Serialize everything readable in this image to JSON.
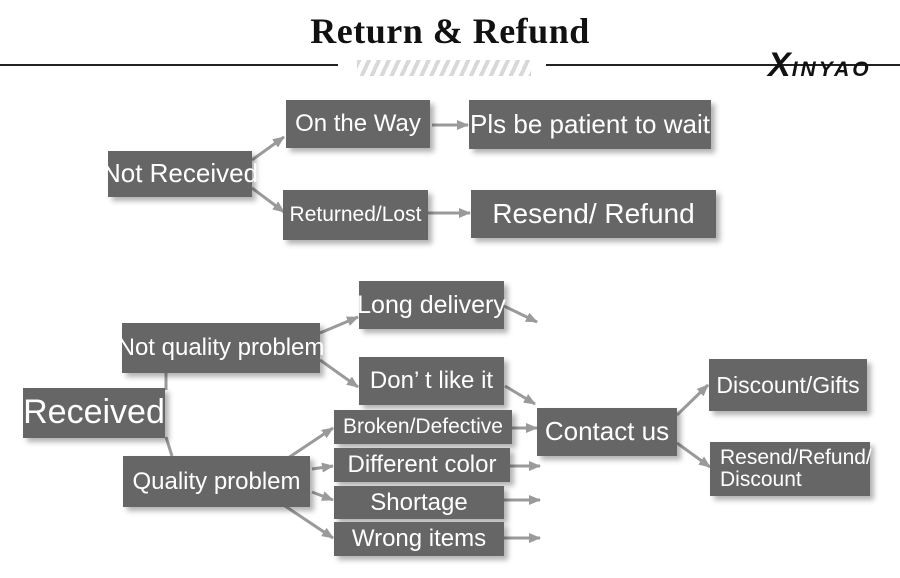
{
  "title": "Return & Refund",
  "brand": {
    "initial": "X",
    "rest": "INYAO"
  },
  "colors": {
    "box_fill": "#666666",
    "box_text": "#ffffff",
    "arrow": "#9a9a9a",
    "title": "#111111"
  },
  "nodes": {
    "not_received": "Not Received",
    "on_the_way": "On the Way",
    "pls_wait": "Pls be patient to wait",
    "returned_lost": "Returned/Lost",
    "resend_refund": "Resend/ Refund",
    "received": "Received",
    "not_quality_problem": "Not quality problem",
    "long_delivery": "Long delivery",
    "dont_like_it": "Don’ t like it",
    "quality_problem": "Quality problem",
    "broken_defective": "Broken/Defective",
    "different_color": "Different color",
    "shortage": "Shortage",
    "wrong_items": "Wrong items",
    "contact_us": "Contact us",
    "discount_gifts": "Discount/Gifts",
    "resend_refund_discount": "Resend/Refund/ Discount"
  }
}
